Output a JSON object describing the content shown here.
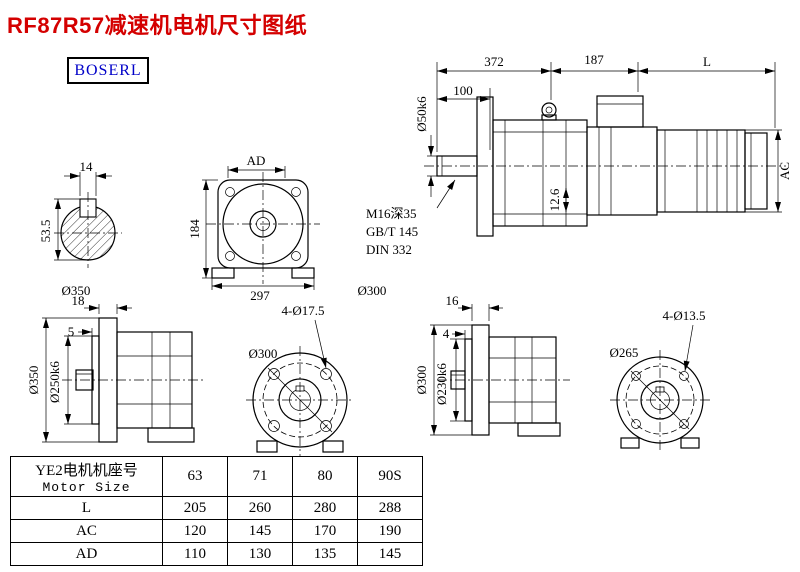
{
  "page": {
    "title": "RF87R57减速机电机尺寸图纸",
    "brand": "BOSERL"
  },
  "side_view": {
    "dim_372": "372",
    "dim_187": "187",
    "dim_L": "L",
    "dim_100": "100",
    "shaft_dia": "Ø50k6",
    "dim_AC": "AC",
    "dim_12_6": "12.6",
    "thread_note": "M16深35",
    "std_gb": "GB/T 145",
    "std_din": "DIN 332"
  },
  "shaft_section": {
    "key_width": "14",
    "height": "53.5",
    "dia_label": "Ø350"
  },
  "front_view": {
    "dim_AD": "AD",
    "dim_184": "184",
    "dim_297": "297",
    "dia_label": "Ø300"
  },
  "flange_350": {
    "dim_18": "18",
    "dim_5": "5",
    "outer_dia": "Ø350",
    "spigot_dia": "Ø250k6",
    "bolt_circle": "Ø300",
    "bolt_holes": "4-Ø17.5"
  },
  "flange_300": {
    "dim_16": "16",
    "dim_4": "4",
    "outer_dia": "Ø300",
    "spigot_dia": "Ø230k6",
    "face_dia": "Ø265",
    "bolt_holes": "4-Ø13.5"
  },
  "table": {
    "header_cn": "YE2电机机座号",
    "header_en": "Motor Size",
    "sizes": [
      "63",
      "71",
      "80",
      "90S"
    ],
    "rows": [
      {
        "label": "L",
        "values": [
          "205",
          "260",
          "280",
          "288"
        ]
      },
      {
        "label": "AC",
        "values": [
          "120",
          "145",
          "170",
          "190"
        ]
      },
      {
        "label": "AD",
        "values": [
          "110",
          "130",
          "135",
          "145"
        ]
      }
    ]
  }
}
